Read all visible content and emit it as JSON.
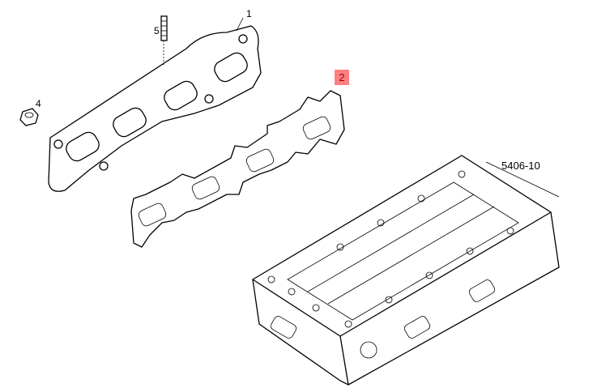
{
  "diagram": {
    "reference_code": "5406-10",
    "callouts": [
      {
        "id": "1",
        "part": "exhaust-manifold",
        "highlighted": false
      },
      {
        "id": "2",
        "part": "manifold-gasket",
        "highlighted": true
      },
      {
        "id": "4",
        "part": "nut",
        "highlighted": false
      },
      {
        "id": "5",
        "part": "stud",
        "highlighted": false
      }
    ],
    "highlight_color": "#ff8080"
  }
}
